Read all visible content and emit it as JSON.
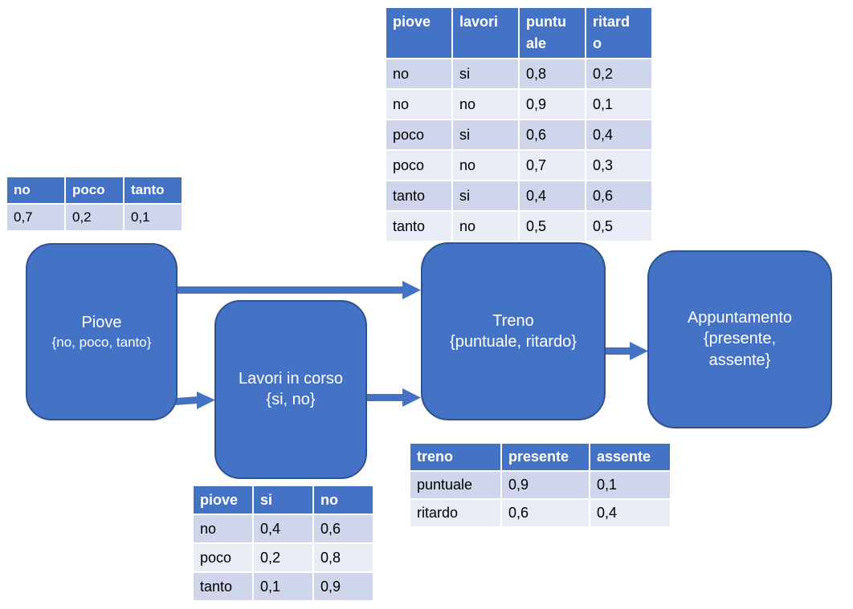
{
  "nodes": {
    "piove": {
      "title": "Piove",
      "states": "{no, poco, tanto}"
    },
    "lavori": {
      "title": "Lavori in corso",
      "states": "{si, no}"
    },
    "treno": {
      "title": "Treno",
      "states": "{puntuale, ritardo}"
    },
    "appuntamento": {
      "title": "Appuntamento",
      "states_line1": "{presente,",
      "states_line2": "assente}"
    }
  },
  "tables": {
    "piove": {
      "headers": [
        "no",
        "poco",
        "tanto"
      ],
      "rows": [
        [
          "0,7",
          "0,2",
          "0,1"
        ]
      ]
    },
    "treno": {
      "headers": [
        [
          "piove"
        ],
        [
          "lavori"
        ],
        [
          "puntu",
          "ale"
        ],
        [
          "ritard",
          "o"
        ]
      ],
      "rows": [
        [
          "no",
          "si",
          "0,8",
          "0,2"
        ],
        [
          "no",
          "no",
          "0,9",
          "0,1"
        ],
        [
          "poco",
          "si",
          "0,6",
          "0,4"
        ],
        [
          "poco",
          "no",
          "0,7",
          "0,3"
        ],
        [
          "tanto",
          "si",
          "0,4",
          "0,6"
        ],
        [
          "tanto",
          "no",
          "0,5",
          "0,5"
        ]
      ]
    },
    "lavori": {
      "headers": [
        "piove",
        "si",
        "no"
      ],
      "rows": [
        [
          "no",
          "0,4",
          "0,6"
        ],
        [
          "poco",
          "0,2",
          "0,8"
        ],
        [
          "tanto",
          "0,1",
          "0,9"
        ]
      ]
    },
    "appuntamento": {
      "headers": [
        "treno",
        "presente",
        "assente"
      ],
      "rows": [
        [
          "puntuale",
          "0,9",
          "0,1"
        ],
        [
          "ritardo",
          "0,6",
          "0,4"
        ]
      ]
    }
  },
  "colors": {
    "node_fill": "#4472c4",
    "node_border": "#2f528f",
    "header_fill": "#4472c4",
    "row_dark": "#cfd5ea",
    "row_light": "#e9ebf5"
  }
}
